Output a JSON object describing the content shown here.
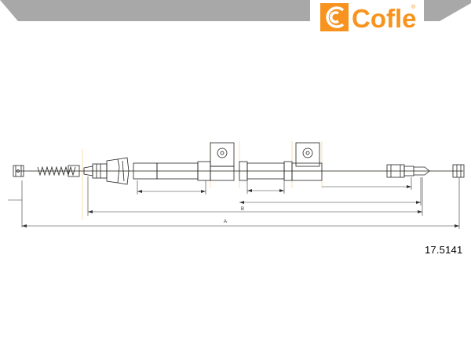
{
  "brand": {
    "name": "Cofle",
    "registered_mark": "®",
    "accent_color": "#f7931e",
    "band_color": "#a8a8a8"
  },
  "part": {
    "number": "17.5141"
  },
  "dimensions": {
    "labels": [
      "B",
      "A"
    ]
  },
  "colors": {
    "line": "#222222",
    "construction": "#f7b84a",
    "dim": "#333333"
  }
}
